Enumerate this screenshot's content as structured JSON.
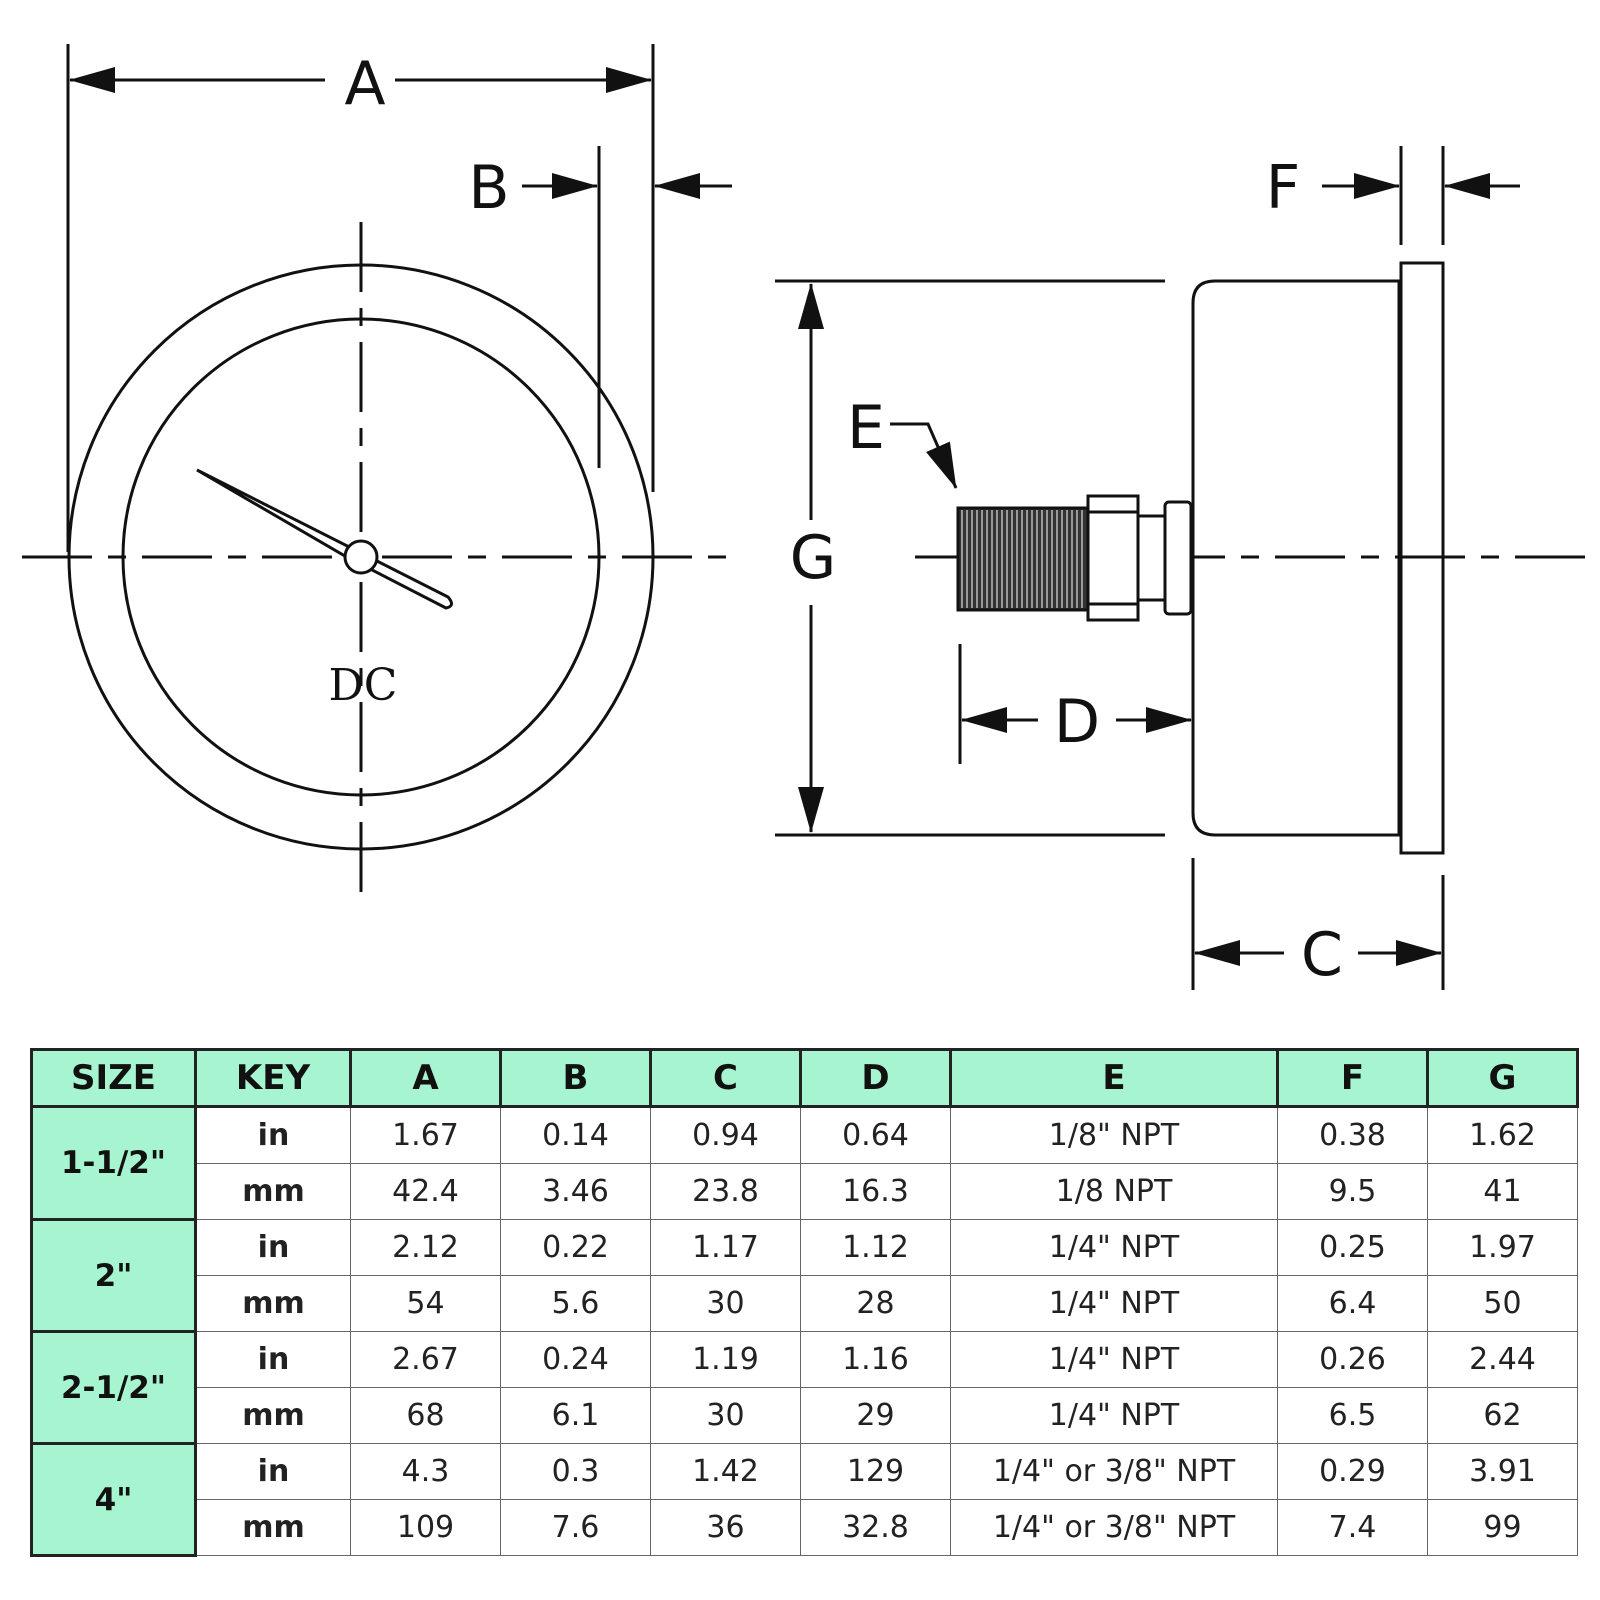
{
  "diagram": {
    "labels": {
      "a": "A",
      "b": "B",
      "c": "C",
      "d": "D",
      "e": "E",
      "f": "F",
      "g": "G",
      "dc_mark": "DC"
    }
  },
  "table": {
    "headers": [
      "SIZE",
      "KEY",
      "A",
      "B",
      "C",
      "D",
      "E",
      "F",
      "G"
    ],
    "groups": [
      {
        "size": "1-1/2\"",
        "rows": [
          {
            "key": "in",
            "values": [
              "1.67",
              "0.14",
              "0.94",
              "0.64",
              "1/8\" NPT",
              "0.38",
              "1.62"
            ]
          },
          {
            "key": "mm",
            "values": [
              "42.4",
              "3.46",
              "23.8",
              "16.3",
              "1/8 NPT",
              "9.5",
              "41"
            ]
          }
        ]
      },
      {
        "size": "2\"",
        "rows": [
          {
            "key": "in",
            "values": [
              "2.12",
              "0.22",
              "1.17",
              "1.12",
              "1/4\" NPT",
              "0.25",
              "1.97"
            ]
          },
          {
            "key": "mm",
            "values": [
              "54",
              "5.6",
              "30",
              "28",
              "1/4\" NPT",
              "6.4",
              "50"
            ]
          }
        ]
      },
      {
        "size": "2-1/2\"",
        "rows": [
          {
            "key": "in",
            "values": [
              "2.67",
              "0.24",
              "1.19",
              "1.16",
              "1/4\" NPT",
              "0.26",
              "2.44"
            ]
          },
          {
            "key": "mm",
            "values": [
              "68",
              "6.1",
              "30",
              "29",
              "1/4\" NPT",
              "6.5",
              "62"
            ]
          }
        ]
      },
      {
        "size": "4\"",
        "rows": [
          {
            "key": "in",
            "values": [
              "4.3",
              "0.3",
              "1.42",
              "129",
              "1/4\" or 3/8\" NPT",
              "0.29",
              "3.91"
            ]
          },
          {
            "key": "mm",
            "values": [
              "109",
              "7.6",
              "36",
              "32.8",
              "1/4\" or 3/8\" NPT",
              "7.4",
              "99"
            ]
          }
        ]
      }
    ]
  },
  "colors": {
    "header_fill": "#a6f5d0",
    "line": "#111111"
  }
}
